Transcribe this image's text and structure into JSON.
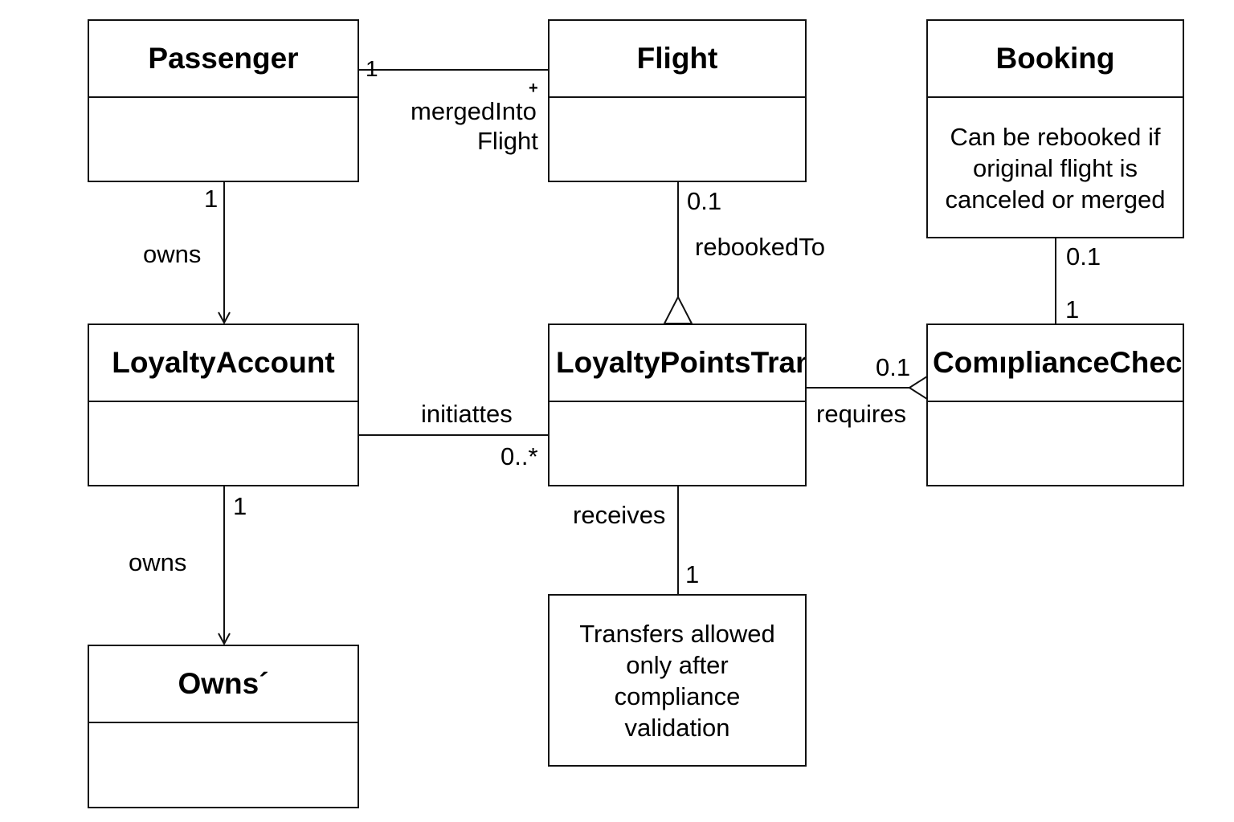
{
  "classes": {
    "passenger": "Passenger",
    "flight": "Flight",
    "booking": "Booking",
    "loyalty_account": "LoyaltyAccount",
    "loyalty_points_tran": "LoyaltyPointsTran",
    "compliance_check": "ComıplianceCheck",
    "owns": "Owns´"
  },
  "notes": {
    "booking_note": [
      "Can be rebooked if",
      "original flight is",
      "canceled or merged"
    ],
    "transfer_note": [
      "Transfers allowed",
      "only after",
      "compliance",
      "validation"
    ]
  },
  "associations": {
    "passenger_flight": {
      "mult_passenger": "1",
      "mult_flight": "+",
      "role_1": "mergedInto",
      "role_2": "Flight"
    },
    "passenger_loyalty": {
      "mult": "1",
      "label": "owns"
    },
    "flight_tran": {
      "mult": "0.1",
      "label": "rebookedTo"
    },
    "booking_compliance": {
      "mult_top": "0.1",
      "mult_bottom": "1"
    },
    "loyalty_tran": {
      "label": "initiattes",
      "mult": "0..*"
    },
    "tran_compliance": {
      "mult": "0.1",
      "label": "requires"
    },
    "loyalty_owns": {
      "mult": "1",
      "label": "owns"
    },
    "tran_note": {
      "label": "receives",
      "mult": "1"
    }
  }
}
